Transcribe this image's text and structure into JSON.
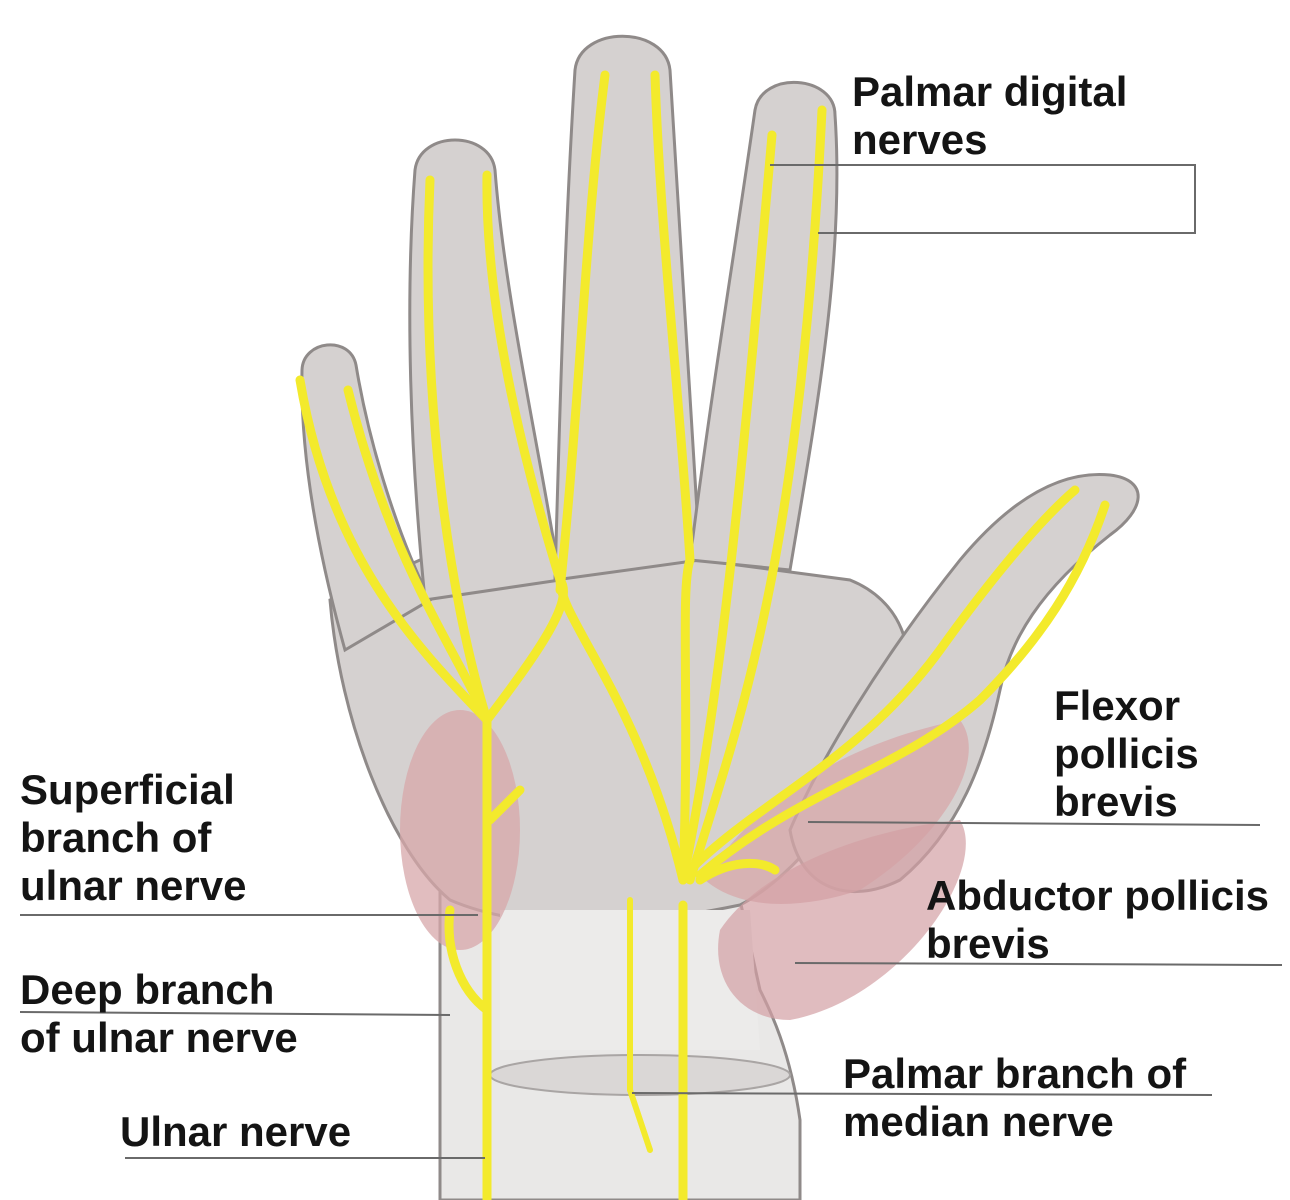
{
  "labels": {
    "palmar_digital_nerves": "Palmar digital\nnerves",
    "flexor_pollicis_brevis": "Flexor\npollicis\nbrevis",
    "abductor_pollicis_brevis": "Abductor pollicis\nbrevis",
    "palmar_branch_median": "Palmar branch of\nmedian nerve",
    "superficial_branch_ulnar": "Superficial\nbranch of\nulnar nerve",
    "deep_branch_ulnar": "Deep branch\nof ulnar nerve",
    "ulnar_nerve": "Ulnar nerve"
  },
  "colors": {
    "skin": "#d8d4d3",
    "skin_outline": "#8f8a89",
    "nerve": "#f3ea2c",
    "muscle": "#d7a7aa",
    "wrist": "#ecebea",
    "leader_line": "#6a6a6a"
  }
}
